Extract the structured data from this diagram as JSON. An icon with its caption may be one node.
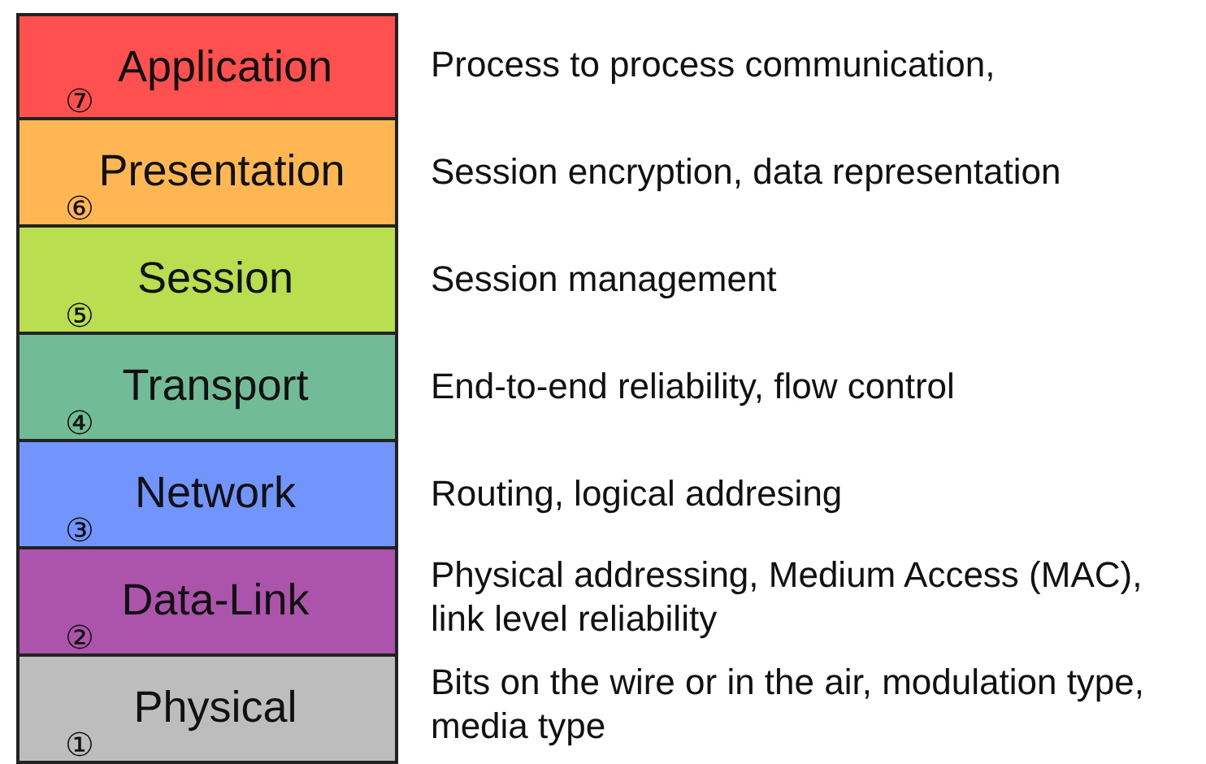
{
  "diagram": {
    "nodes": [
      {
        "text": [
          "⑦",
          "Application"
        ],
        "beside": [
          "Process to process communication,"
        ]
      },
      {
        "text": [
          "⑥",
          "Presentation"
        ],
        "beside": [
          "Session encryption, data representation"
        ]
      },
      {
        "text": [
          "⑤",
          "Session"
        ],
        "beside": [
          "Session management"
        ]
      },
      {
        "text": [
          "④",
          "Transport"
        ],
        "beside": [
          "End-to-end reliability, flow control"
        ]
      },
      {
        "text": [
          "③",
          "Network"
        ],
        "beside": [
          "Routing, logical addresing"
        ]
      },
      {
        "text": [
          "②",
          "Data-Link"
        ],
        "beside": [
          "Physical addressing, Medium Access (MAC), link level reliability"
        ]
      },
      {
        "text": [
          "①",
          "Physical"
        ],
        "beside": [
          "Bits on the wire or in the air, modulation type, media type"
        ]
      }
    ]
  }
}
